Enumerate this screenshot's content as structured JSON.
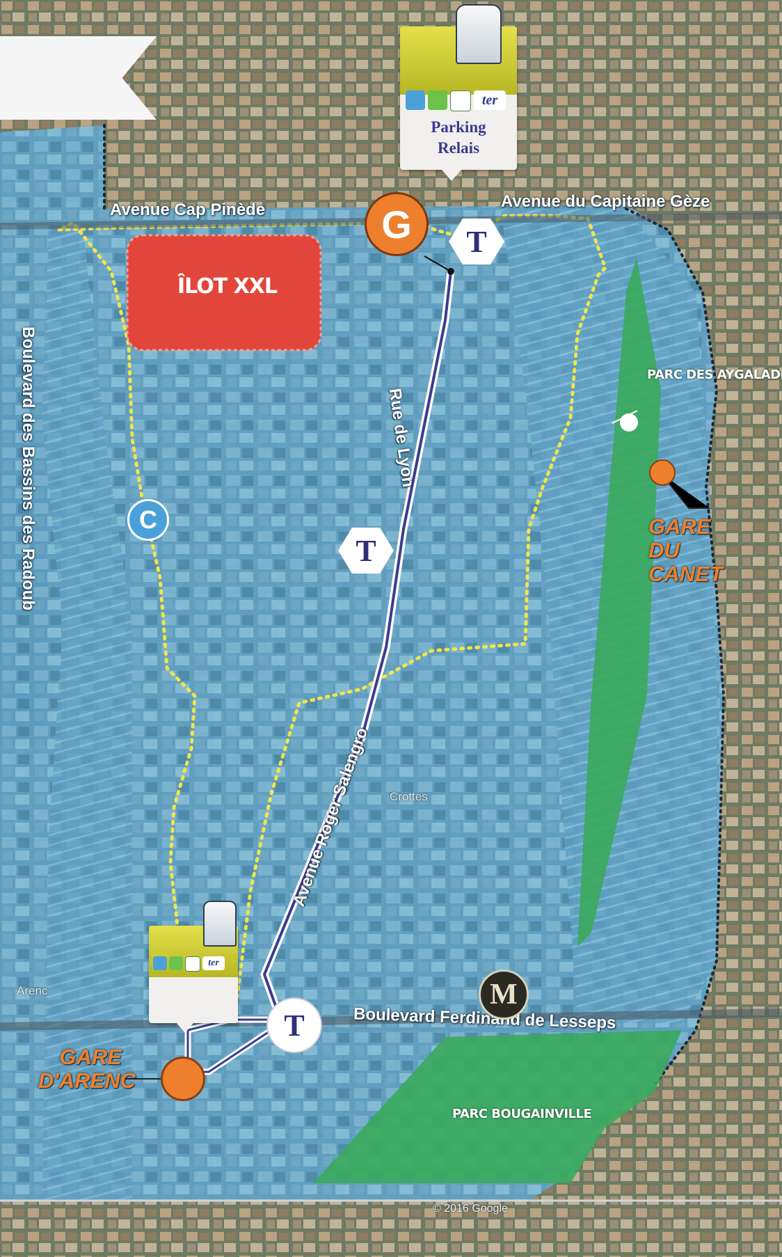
{
  "colors": {
    "zone_fill": "#5f9ec3",
    "boundary_dots": "#f1e44a",
    "tram_line": "#3b3b8f",
    "park_green": "#3aaa5c",
    "ilot_red": "#e2463a",
    "gare_orange": "#ee7f2d",
    "bus_blue": "#4aa0d8",
    "metro_dark": "#2a2a22"
  },
  "icons": {
    "tram_stop": "hexagon-T-icon",
    "tram_hub": "circle-T-icon",
    "gare_stop": "orange-circle-icon",
    "bus_stop": "circle-C-icon",
    "metro_stop": "circle-M-icon",
    "ferry_stop": "circle-G-icon",
    "parking": "parking-relais-sign-icon"
  },
  "streets": {
    "cap_pinede": "Avenue Cap Pinède",
    "capitaine_geze": "Avenue du Capitaine Gèze",
    "bassins_radoub": "Boulevard des Bassins des Radoub",
    "rue_lyon": "Rue de Lyon",
    "roger_salengro": "Avenue Roger Salengro",
    "ferdinand_lesseps": "Boulevard Ferdinand de Lesseps"
  },
  "zones": {
    "ilot": "ÎLOT XXL",
    "parc_aygalades": "PARC DES AYGALADES",
    "parc_bougainville": "PARC BOUGAINVILLE"
  },
  "stations": {
    "gare_canet": "GARE DU CANET",
    "gare_arenc": "GARE D'ARENC"
  },
  "stops": {
    "tram": "T",
    "bus": "C",
    "metro": "M",
    "ferry": "G"
  },
  "parking": {
    "title": "Parking Relais",
    "logo_car": "car",
    "logo_treize": "treize",
    "logo_ter": "ter"
  },
  "places": {
    "arenc": "Arenc",
    "crottes": "Crottes"
  },
  "credit": "© 2016 Google"
}
